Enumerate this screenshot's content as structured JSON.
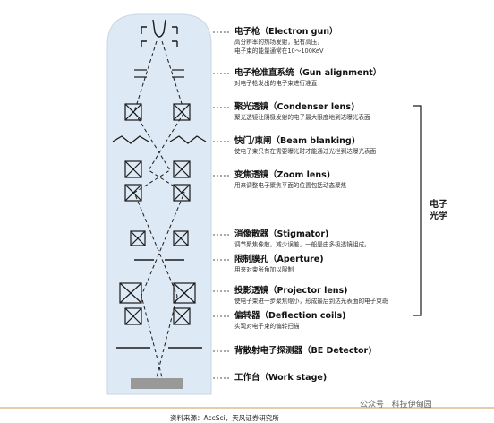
{
  "components": [
    {
      "title": "电子枪（Electron gun）",
      "desc": [
        "高分辨率的热场发射，配有高压，",
        "电子束的能量通常在10～100KeV"
      ]
    },
    {
      "title": "电子枪准直系统（Gun alignment）",
      "desc": [
        "对电子枪发出的电子束进行准直"
      ]
    },
    {
      "title": "聚光透镜（Condenser lens)",
      "desc": [
        "聚光透镜让阴极发射的电子最大限度地到达曝光表面"
      ]
    },
    {
      "title": "快门/束闸（Beam blanking)",
      "desc": [
        "使电子束只有在需要曝光时才能通过光栏到达曝光表面"
      ]
    },
    {
      "title": "变焦透镜（Zoom lens)",
      "desc": [
        "用来调整电子聚焦平面的位置包括动态聚焦"
      ]
    },
    {
      "title": "消像散器（Stigmator)",
      "desc": [
        "调节聚焦像散，减少误差，一般是由多极透镜组成。"
      ]
    },
    {
      "title": "限制膜孔（Aperture)",
      "desc": [
        "用来对束张角加以限制"
      ]
    },
    {
      "title": "投影透镜（Projector lens)",
      "desc": [
        "使电子束进一步聚焦缩小，形成最后到达光表面的电子束斑"
      ]
    },
    {
      "title": "偏转器（Deflection coils)",
      "desc": [
        "实现对电子束的偏转扫描"
      ]
    },
    {
      "title": "背散射电子探测器（BE Detector)",
      "desc": []
    },
    {
      "title": "工作台（Work stage)",
      "desc": []
    }
  ],
  "group_label": "电子\n光学",
  "watermark": "公众号 · 科技伊甸园",
  "source": "资料来源：AccSci，天风证券研究所",
  "colors": {
    "column": "#dde9f4",
    "ink": "#1a1a1a",
    "stage": "#999999",
    "divider": "#c89a5a"
  }
}
